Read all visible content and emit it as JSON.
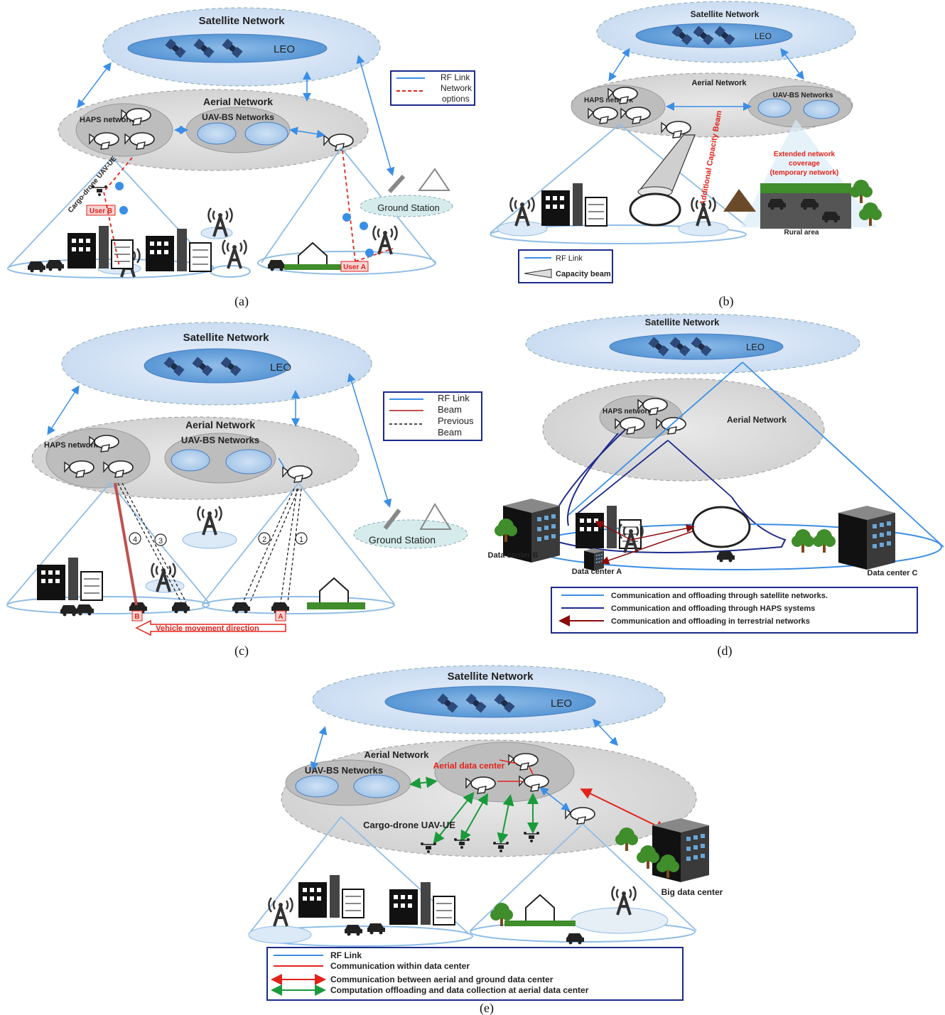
{
  "panels": {
    "a": {
      "caption": "(a)",
      "satellite": "Satellite Network",
      "leo": "LEO",
      "aerial": "Aerial Network",
      "haps": "HAPS network",
      "uav": "UAV-BS Networks",
      "ground_station": "Ground Station",
      "cargo": "Cargo-drone UAV-UE",
      "user_a": "User A",
      "user_b": "User B",
      "legend": [
        "RF Link",
        "Network",
        "options"
      ]
    },
    "b": {
      "caption": "(b)",
      "satellite": "Satellite Network",
      "leo": "LEO",
      "aerial": "Aerial Network",
      "haps": "HAPS network",
      "uav": "UAV-BS Networks",
      "additional": "Additional Capacity Beam",
      "extended": [
        "Extended network",
        "coverage",
        "(temporary network)"
      ],
      "rural": "Rural area",
      "legend": [
        "RF Link",
        "Capacity beam"
      ]
    },
    "c": {
      "caption": "(c)",
      "satellite": "Satellite Network",
      "leo": "LEO",
      "aerial": "Aerial Network",
      "haps": "HAPS network",
      "uav": "UAV-BS Networks",
      "ground_station": "Ground Station",
      "vehicle_dir": "Vehicle movement direction",
      "beam_nums": [
        "4",
        "3",
        "2",
        "1"
      ],
      "legend": [
        "RF Link",
        "Beam",
        "Previous",
        "Beam"
      ],
      "label_a": "A",
      "label_b": "B"
    },
    "d": {
      "caption": "(d)",
      "satellite": "Satellite Network",
      "leo": "LEO",
      "aerial": "Aerial Network",
      "haps": "HAPS network",
      "dc_a": "Data center A",
      "dc_b": "Data center B",
      "dc_c": "Data center C",
      "legend": [
        "Communication and offloading through satellite networks.",
        "Communication and offloading through HAPS systems",
        "Communication and offloading in terrestrial networks"
      ]
    },
    "e": {
      "caption": "(e)",
      "satellite": "Satellite Network",
      "leo": "LEO",
      "aerial": "Aerial Network",
      "uav": "UAV-BS Networks",
      "aerial_dc": "Aerial data center",
      "cargo": "Cargo-drone UAV-UE",
      "big_dc": "Big data center",
      "legend": [
        "RF Link",
        "Communication within data center",
        "Communication between aerial and ground data center",
        "Computation offloading and data collection at aerial data center"
      ]
    }
  },
  "colors": {
    "rf": "#3a8ee6",
    "red": "#e2231a",
    "green": "#1a9a3a",
    "navy": "#1b2a8a",
    "dark_red": "#8b0a0a"
  }
}
